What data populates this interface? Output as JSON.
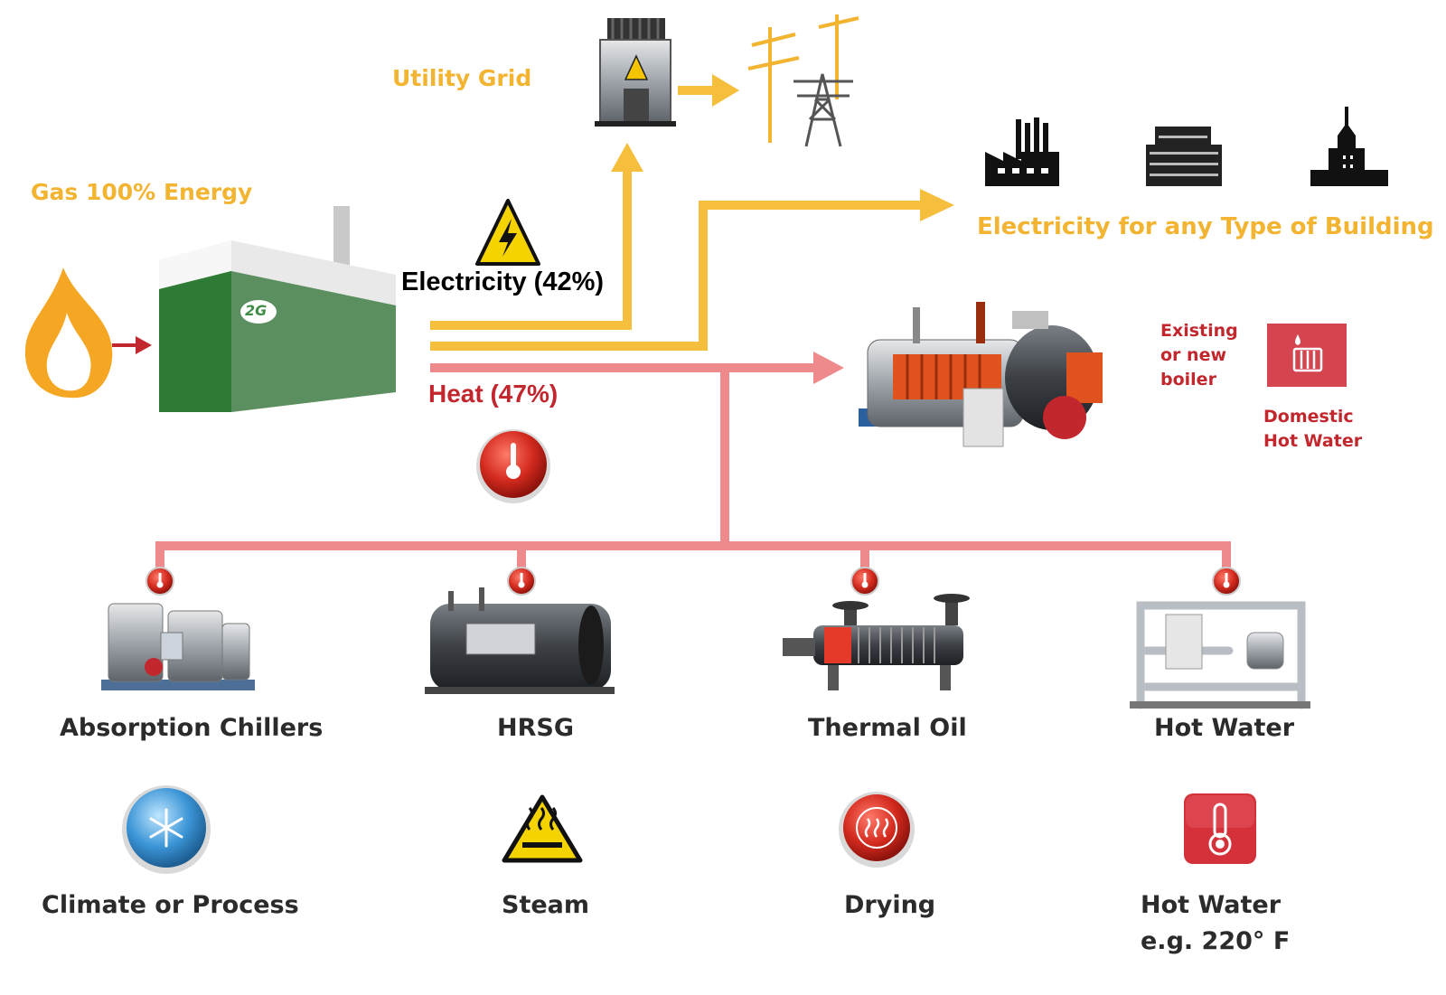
{
  "source": {
    "label_prefix": "Gas",
    "label_value": "100% Energy",
    "engine_badge": "2G"
  },
  "utility": {
    "label": "Utility Grid"
  },
  "electricity": {
    "label": "Electricity (42%)"
  },
  "buildings": {
    "label": "Electricity for any Type of Building"
  },
  "heat": {
    "label": "Heat (47%)"
  },
  "boiler": {
    "line1": "Existing",
    "line2": "or new",
    "line3": "boiler",
    "dhw_line1": "Domestic",
    "dhw_line2": "Hot Water"
  },
  "uses": [
    {
      "equipment": "Absorption Chillers",
      "purpose": "Climate or Process",
      "icon": "snowflake-icon"
    },
    {
      "equipment": "HRSG",
      "purpose": "Steam",
      "icon": "hot-surface-warning-icon"
    },
    {
      "equipment": "Thermal Oil",
      "purpose": "Drying",
      "icon": "heat-waves-icon"
    },
    {
      "equipment": "Hot Water",
      "purpose": "Hot Water",
      "purpose_line2": "e.g. 220° F",
      "icon": "thermometer-icon"
    }
  ],
  "colors": {
    "electricity": "#f5be3c",
    "heat": "#ef8a8c",
    "label_orange": "#f2b431",
    "label_red": "#c1272d",
    "engine_green": "#3f8c46"
  }
}
